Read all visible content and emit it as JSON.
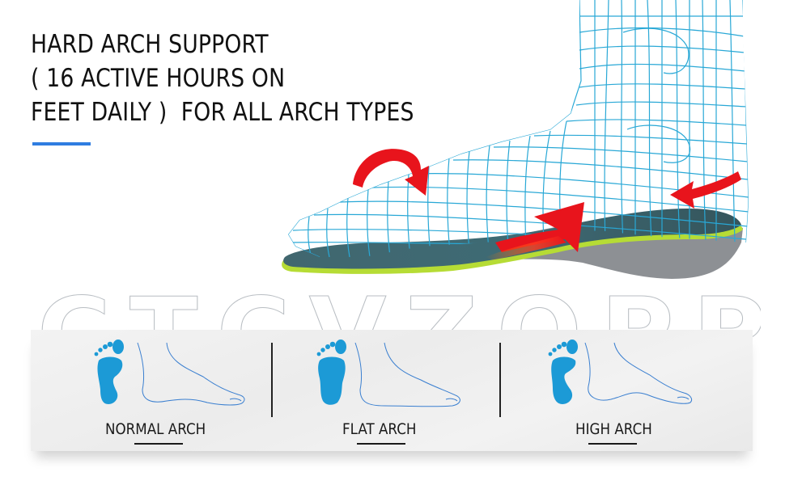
{
  "headline": {
    "lines": [
      "HARD ARCH SUPPORT",
      "( 16 ACTIVE HOURS ON",
      "FEET DAILY )  FOR ALL ARCH TYPES"
    ],
    "accent_color": "#2f7de1"
  },
  "illustration": {
    "subject": "wireframe foot on arch support insole",
    "wireframe_color": "#29a8d6",
    "arrow_color": "#e8141c",
    "insole_top_color": "#3f6770",
    "insole_edge_color": "#b6dc35",
    "insole_base_color": "#8a8d90"
  },
  "watermark": {
    "text": "CTCVZOPP"
  },
  "arch_types": [
    {
      "label": "NORMAL ARCH",
      "icon": "footprint-normal-icon"
    },
    {
      "label": "FLAT ARCH",
      "icon": "footprint-flat-icon"
    },
    {
      "label": "HIGH ARCH",
      "icon": "footprint-high-icon"
    }
  ],
  "colors": {
    "footprint": "#1c9ad6",
    "foot_outline": "#3a7fd0",
    "text": "#1a1a1a"
  }
}
